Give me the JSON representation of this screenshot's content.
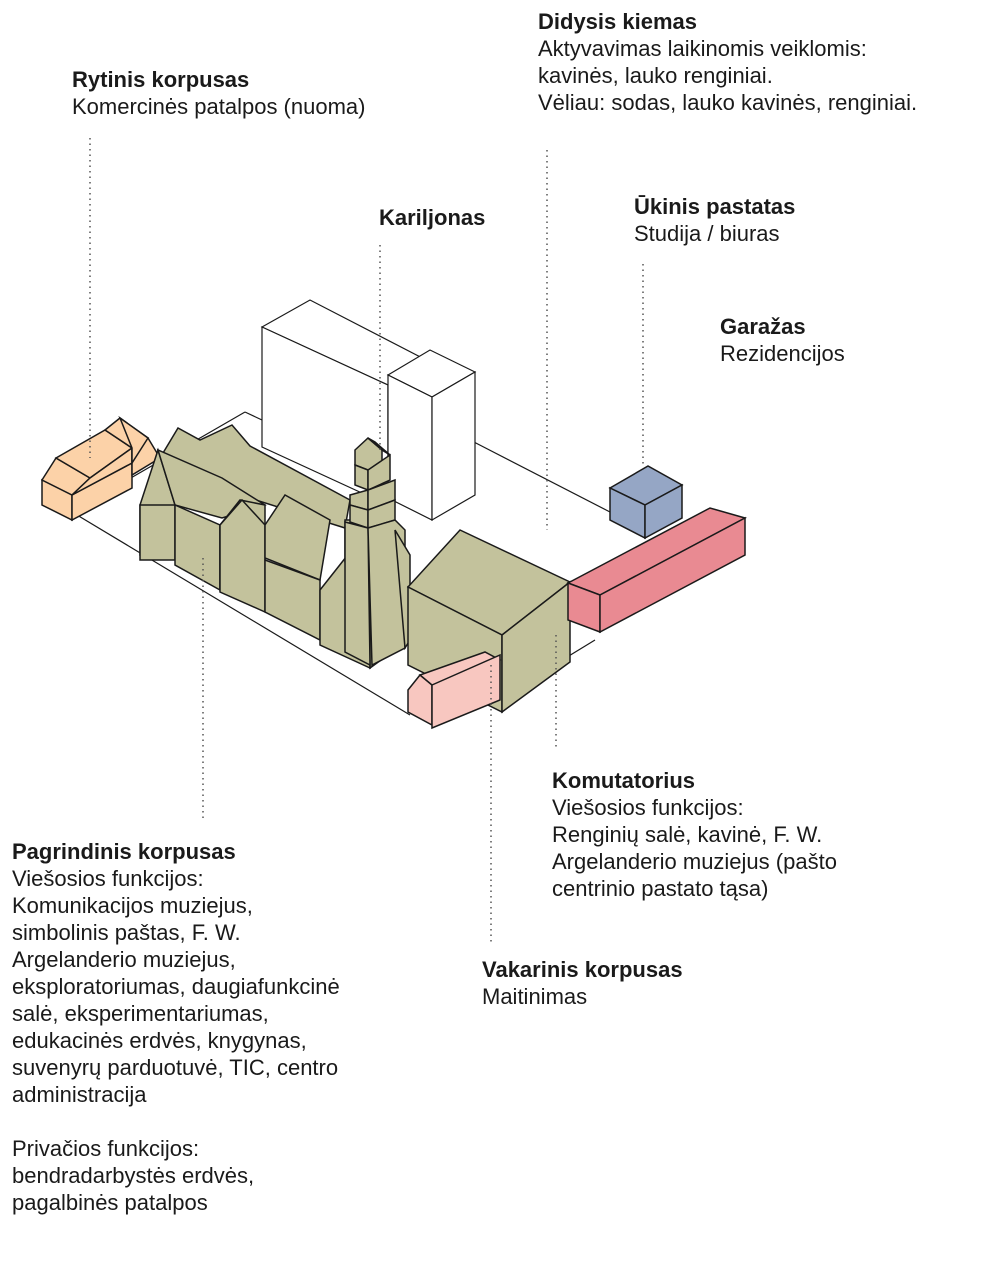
{
  "labels": {
    "rytinis": {
      "title": "Rytinis korpusas",
      "lines": [
        "Komercinės patalpos (nuoma)"
      ]
    },
    "didysis": {
      "title": "Didysis kiemas",
      "lines": [
        "Aktyvavimas laikinomis veiklomis:",
        "kavinės, lauko renginiai.",
        "Vėliau: sodas, lauko kavinės, renginiai."
      ]
    },
    "kariljonas": {
      "title": "Kariljonas",
      "lines": []
    },
    "ukinis": {
      "title": "Ūkinis pastatas",
      "lines": [
        "Studija / biuras"
      ]
    },
    "garazas": {
      "title": "Garažas",
      "lines": [
        "Rezidencijos"
      ]
    },
    "komutatorius": {
      "title": "Komutatorius",
      "lines": [
        "Viešosios funkcijos:",
        "Renginių salė, kavinė, F. W.",
        "Argelanderio muziejus (pašto",
        "centrinio pastato tąsa)"
      ]
    },
    "pagrindinis": {
      "title": "Pagrindinis korpusas",
      "lines": [
        "Viešosios funkcijos:",
        "Komunikacijos muziejus,",
        "simbolinis paštas, F. W.",
        "Argelanderio muziejus,",
        "eksploratoriumas, daugiafunkcinė",
        "salė, eksperimentariumas,",
        "edukacinės erdvės, knygynas,",
        "suvenyrų parduotuvė, TIC, centro",
        "administracija",
        "",
        "Privačios funkcijos:",
        "bendradarbystės erdvės,",
        "pagalbinės patalpos"
      ]
    },
    "vakarinis": {
      "title": "Vakarinis korpusas",
      "lines": [
        "Maitinimas"
      ]
    }
  },
  "colors": {
    "main_building": "#c3c29c",
    "east_wing": "#fcd2a8",
    "west_wing": "#f8c7c0",
    "garage": "#e98a92",
    "utility": "#95a6c5",
    "outline": "#1a1a1a"
  }
}
